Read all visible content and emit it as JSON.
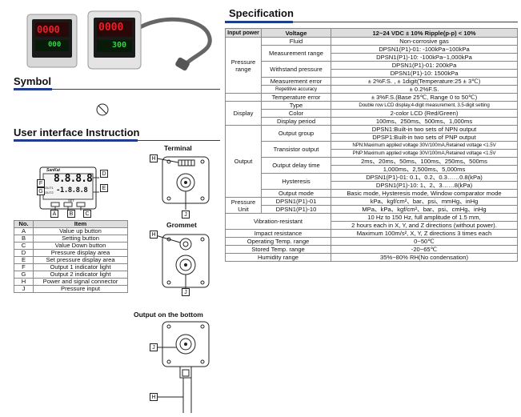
{
  "headings": {
    "specification": "Specification",
    "symbol": "Symbol",
    "user_interface": "User interface Instruction",
    "terminal": "Terminal",
    "grommet": "Grommet",
    "output_bottom": "Output on the bottom"
  },
  "spec_table": {
    "header": [
      "Input power",
      "Voltage",
      "12~24 VDC ± 10%  Ripple(p-p) < 10%"
    ],
    "rows": {
      "fluid": [
        "Fluid",
        "Non-corrosive gas"
      ],
      "pressure_range": "Pressure range",
      "measurement_range": "Measurement range",
      "mr1": "DPSN1(P1)-01:  -100kPa~100kPa",
      "mr2": "DPSN1(P1)-10:  -100kPa~1,000kPa",
      "withstand": "Withstand pressure",
      "ws1": "DPSN1(P1)-01:  200kPa",
      "ws2": "DPSN1(P1)-10:  1500kPa",
      "meas_error": [
        "Measurement error",
        "± 2%F.S. ,  ± 1digit(Temperature:25 ± 3℃)"
      ],
      "repeat": [
        "Repetitive accuracy",
        "± 0.2%F.S."
      ],
      "temp_error": [
        "Temperature error",
        "± 3%F.S.(Base 25℃,  Range 0 to 50℃)"
      ],
      "display": "Display",
      "type": [
        "Type",
        "Double row LCD display,4-digit measurement, 3.5-digit setting"
      ],
      "color": [
        "Color",
        "2-color LCD (Red/Green)"
      ],
      "period": [
        "Display period",
        "100ms、250ms、500ms、1,000ms"
      ],
      "output": "Output",
      "output_group": "Output group",
      "og1": "DPSN1:Built-in two sets of NPN output",
      "og2": "DPSP1:Built-in two sets of PNP output",
      "transistor": "Transistor output",
      "tr1": "NPN:Maximum applied voltage 30V/100mA,Retained voltage <1.5V",
      "tr2": "PNP:Maximum applied voltage 30V/100mA,Retained voltage <1.5V",
      "delay": "Output delay time",
      "delay_val1": "2ms、20ms、50ms、100ms、250ms、500ms",
      "delay_val2": "1,000ms、2,500ms、5,000ms",
      "hysteresis": "Hysteresis",
      "hy1": "DPSN1(P1)-01:  0.1、0.2、0.3……0.8(kPa)",
      "hy2": "DPSN1(P1)-10:  1、2、3……8(kPa)",
      "mode": [
        "Output mode",
        "Basic mode, Hysteresis mode, Window comparator mode"
      ],
      "unit": "Pressure Unit",
      "u1": [
        "DPSN1(P1)-01",
        "kPa、kgf/cm²、bar、psi、mmHg、inHg"
      ],
      "u2": [
        "DPSN1(P1)-10",
        "MPa、kPa、kgf/cm²、bar、psi、cmHg、inHg"
      ],
      "vibration": "Vibration-resistant",
      "vib1": "10 Hz to 150 Hz, full amplitude of 1.5 mm,",
      "vib2": "2 hours each in X, Y, and Z directions (without power).",
      "impact": [
        "Impact resistance",
        "Maximum 100m/s², X, Y, Z directions 3 times each"
      ],
      "op_temp": [
        "Operating Temp. range",
        "0~50℃"
      ],
      "st_temp": [
        "Stored Temp. range",
        "-20~65℃"
      ],
      "humidity": [
        "Humidity range",
        "35%~80% RH(No condensation)"
      ]
    }
  },
  "items_table": {
    "header": [
      "No.",
      "Item"
    ],
    "rows": [
      [
        "A",
        "Value up button"
      ],
      [
        "B",
        "Setting button"
      ],
      [
        "C",
        "Value Down button"
      ],
      [
        "D",
        "Pressure display area"
      ],
      [
        "E",
        "Set pressure display area"
      ],
      [
        "F",
        "Output 1 indicator light"
      ],
      [
        "G",
        "Output 2 indicator light"
      ],
      [
        "H",
        "Power and signal connector"
      ],
      [
        "J",
        "Pressure input"
      ]
    ]
  },
  "device": {
    "brand": "SanKai",
    "main_digits": "8.8.8.8",
    "sub_digits": "-1.8.8.8",
    "out1": "OUT1",
    "out2": "OUT2",
    "set": "SET",
    "photo_left_top": "0000",
    "photo_left_bottom": "000",
    "photo_right_top": "0000",
    "photo_right_bottom": "300"
  },
  "callouts": [
    "A",
    "B",
    "C",
    "D",
    "E",
    "F",
    "G",
    "H",
    "J"
  ],
  "colors": {
    "accent": "#1d3d8f",
    "red_led": "#e8202a",
    "green_led": "#36d04a"
  }
}
